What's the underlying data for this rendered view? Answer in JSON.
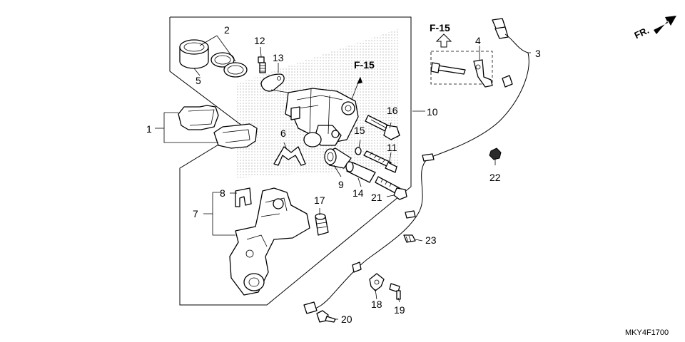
{
  "diagram": {
    "drawing_code": "MKY4F1700",
    "direction_label": "FR.",
    "section_ref_top": "F-15",
    "section_ref_caliper": "F-15"
  },
  "callouts": {
    "c1": "1",
    "c2": "2",
    "c3": "3",
    "c4": "4",
    "c5": "5",
    "c6": "6",
    "c7": "7",
    "c8": "8",
    "c9": "9",
    "c10": "10",
    "c11": "11",
    "c12": "12",
    "c13": "13",
    "c14": "14",
    "c15": "15",
    "c16": "16",
    "c17": "17",
    "c18": "18",
    "c19": "19",
    "c20": "20",
    "c21": "21",
    "c22": "22",
    "c23": "23"
  }
}
